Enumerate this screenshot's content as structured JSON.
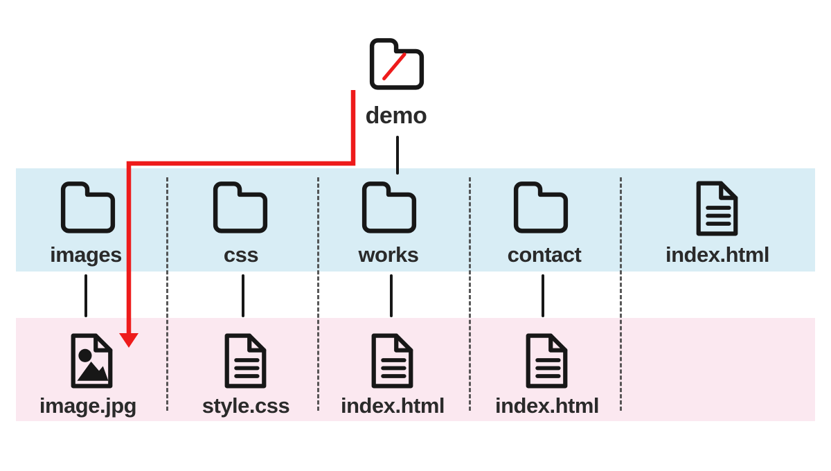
{
  "colors": {
    "band_level1": "#d8edf5",
    "band_level2": "#fbe8f0",
    "annotation_red": "#ee1b1b",
    "ink": "#171717"
  },
  "root": {
    "label": "demo",
    "icon": "folder-slash-icon"
  },
  "level1": [
    {
      "label": "images",
      "kind": "folder"
    },
    {
      "label": "css",
      "kind": "folder"
    },
    {
      "label": "works",
      "kind": "folder"
    },
    {
      "label": "contact",
      "kind": "folder"
    },
    {
      "label": "index.html",
      "kind": "document-file"
    }
  ],
  "level2": [
    {
      "label": "image.jpg",
      "kind": "image-file",
      "parent": "images"
    },
    {
      "label": "style.css",
      "kind": "document-file",
      "parent": "css"
    },
    {
      "label": "index.html",
      "kind": "document-file",
      "parent": "works"
    },
    {
      "label": "index.html",
      "kind": "document-file",
      "parent": "contact"
    }
  ]
}
